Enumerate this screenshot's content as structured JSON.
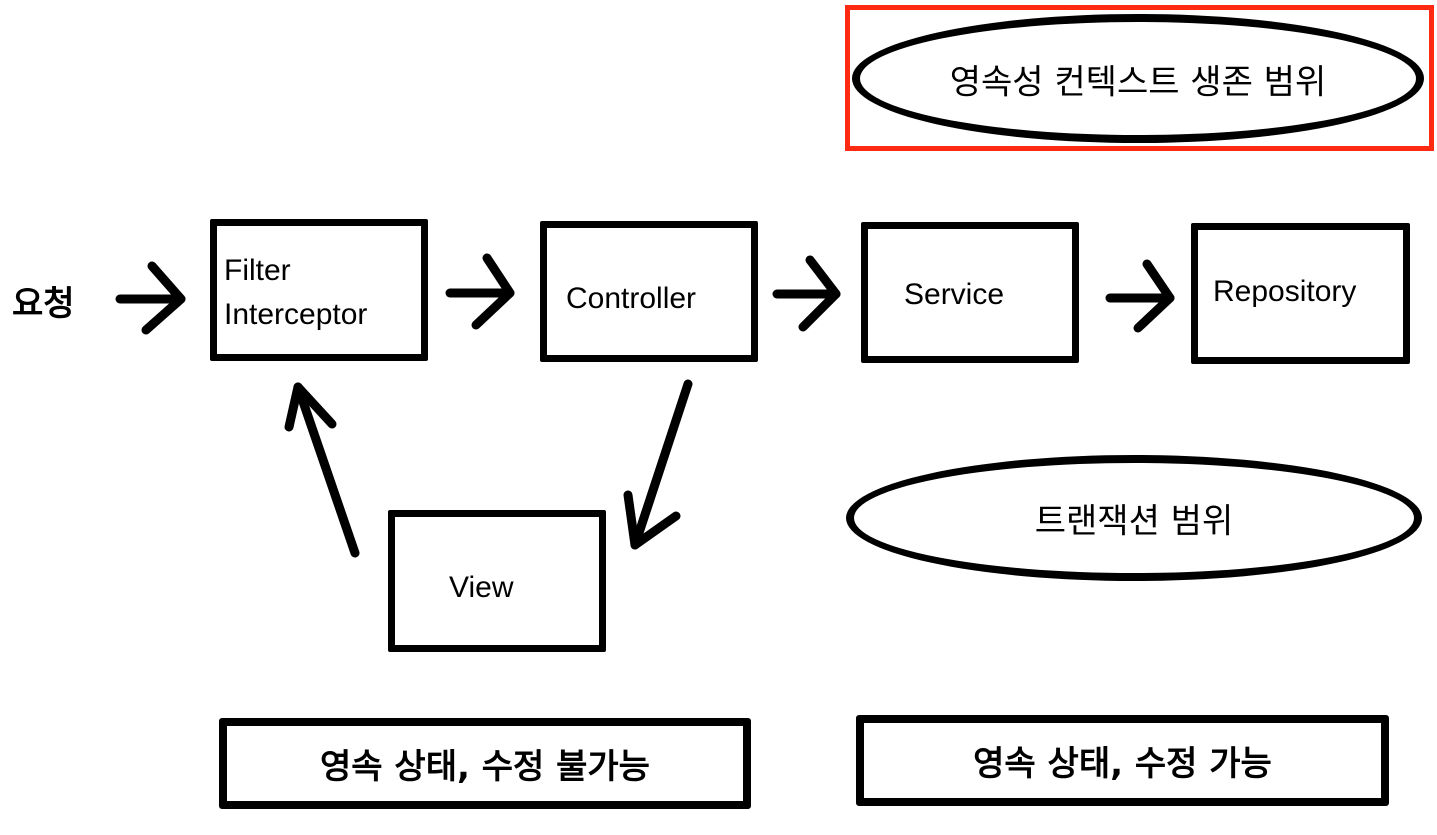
{
  "persistence_context_scope": {
    "label": "영속성 컨텍스트 생존 범위",
    "highlight_color": "#ff2a12"
  },
  "request": {
    "label": "요청"
  },
  "nodes": {
    "filter_interceptor": {
      "line1": "Filter",
      "line2": "Interceptor"
    },
    "controller": {
      "label": "Controller"
    },
    "service": {
      "label": "Service"
    },
    "repository": {
      "label": "Repository"
    },
    "view": {
      "label": "View"
    }
  },
  "transaction_scope": {
    "label": "트랜잭션 범위"
  },
  "states": {
    "left": {
      "label": "영속 상태, 수정 불가능"
    },
    "right": {
      "label": "영속 상태, 수정 가능"
    }
  },
  "edges": [
    {
      "from": "request",
      "to": "filter_interceptor"
    },
    {
      "from": "filter_interceptor",
      "to": "controller"
    },
    {
      "from": "controller",
      "to": "service"
    },
    {
      "from": "service",
      "to": "repository"
    },
    {
      "from": "controller",
      "to": "view"
    },
    {
      "from": "view",
      "to": "filter_interceptor"
    }
  ]
}
